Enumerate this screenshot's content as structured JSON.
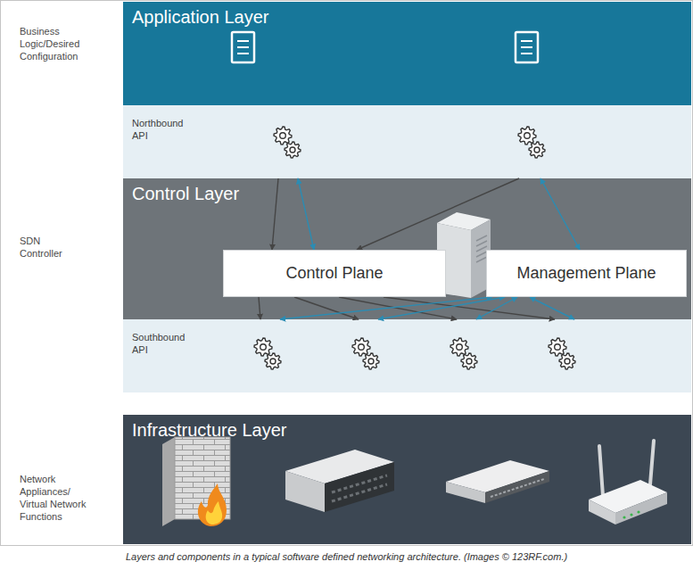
{
  "diagram": {
    "caption": "Layers and components in a typical software defined networking architecture. (Images © 123RF.com.)",
    "nodes": [
      {
        "text": [
          "Application Layer"
        ]
      },
      {
        "text": [
          "Northbound API"
        ]
      },
      {
        "text": [
          "Control Layer"
        ]
      },
      {
        "text": [
          "Control Plane"
        ],
        "in": 2
      },
      {
        "text": [
          "Management Plane"
        ],
        "in": 2
      },
      {
        "text": [
          "Southbound API"
        ]
      },
      {
        "text": [
          "Infrastructure Layer"
        ]
      }
    ],
    "edges": [
      {
        "from": 1,
        "to": 3,
        "arrow": "to"
      },
      {
        "from": 1,
        "to": 3,
        "arrow": "both"
      },
      {
        "from": 1,
        "to": 3,
        "arrow": "to"
      },
      {
        "from": 1,
        "to": 4,
        "arrow": "both"
      },
      {
        "from": 3,
        "to": 5,
        "arrow": "to"
      },
      {
        "from": 3,
        "to": 5,
        "arrow": "to"
      },
      {
        "from": 3,
        "to": 5,
        "arrow": "to"
      },
      {
        "from": 3,
        "to": 5,
        "arrow": "to"
      },
      {
        "from": 4,
        "to": 5,
        "arrow": "both"
      },
      {
        "from": 4,
        "to": 5,
        "arrow": "both"
      },
      {
        "from": 4,
        "to": 5,
        "arrow": "both"
      },
      {
        "from": 4,
        "to": 5,
        "arrow": "both"
      }
    ],
    "labels": [
      "Business Logic/Desired Configuration",
      "SDN Controller",
      "Network Appliances/ Virtual Network Functions"
    ]
  }
}
